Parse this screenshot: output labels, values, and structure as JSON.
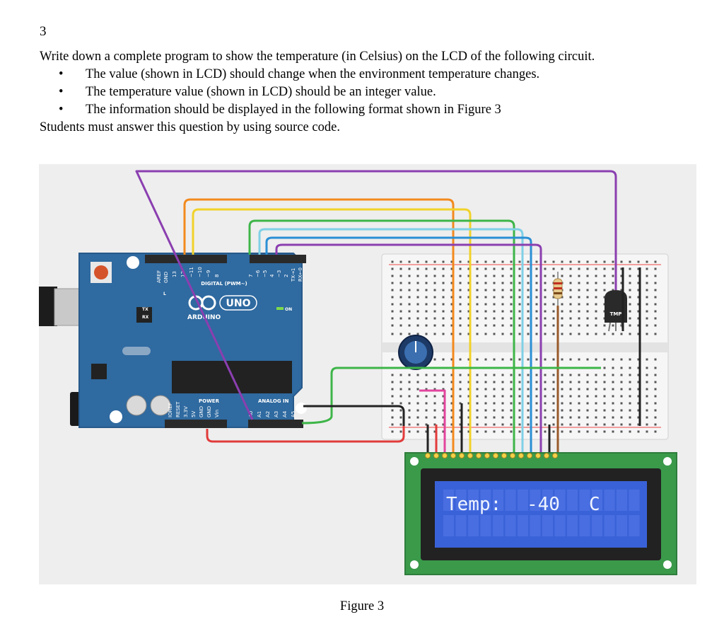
{
  "question": {
    "number": "3",
    "prompt": "Write down a complete program to show the temperature (in Celsius) on the LCD of the following circuit.",
    "bullets": [
      "The value (shown in LCD) should change when the environment temperature changes.",
      "The temperature value (shown in LCD) should be an integer value.",
      "The information should be displayed in the following format shown in Figure 3"
    ],
    "note": "Students must answer this question by using source code."
  },
  "figure": {
    "caption": "Figure 3",
    "board": {
      "brand": "ARDUINO",
      "model": "UNO",
      "digital_label": "DIGITAL (PWM~)",
      "power_label": "POWER",
      "analog_label": "ANALOG IN",
      "on_label": "ON",
      "tx": "TX",
      "rx": "RX",
      "l": "L",
      "top_pins": [
        "AREF",
        "GND",
        "13",
        "12",
        "~11",
        "~10",
        "~9",
        "8",
        "7",
        "~6",
        "~5",
        "4",
        "~3",
        "2",
        "TX→1",
        "RX←0"
      ],
      "power_pins": [
        "IOREF",
        "RESET",
        "3.3V",
        "5V",
        "GND",
        "GND",
        "Vin"
      ],
      "analog_pins": [
        "A0",
        "A1",
        "A2",
        "A3",
        "A4",
        "A5"
      ]
    },
    "sensor_label": "TMP",
    "lcd": {
      "label": "Temp:",
      "value": "-40",
      "unit": "C"
    },
    "colors": {
      "board": "#2f6aa0",
      "lcd_pcb": "#3a9a4a",
      "lcd_screen": "#3a62d8",
      "wire_purple": "#8b3fb0",
      "wire_orange": "#f28a1e",
      "wire_yellow": "#f1d22a",
      "wire_green": "#3db548",
      "wire_lightblue": "#7fd0e6",
      "wire_blue": "#2a8fd4",
      "wire_red": "#e23b3b",
      "wire_black": "#222222",
      "wire_brown": "#9a5a2a",
      "wire_pink": "#e2459e"
    }
  }
}
